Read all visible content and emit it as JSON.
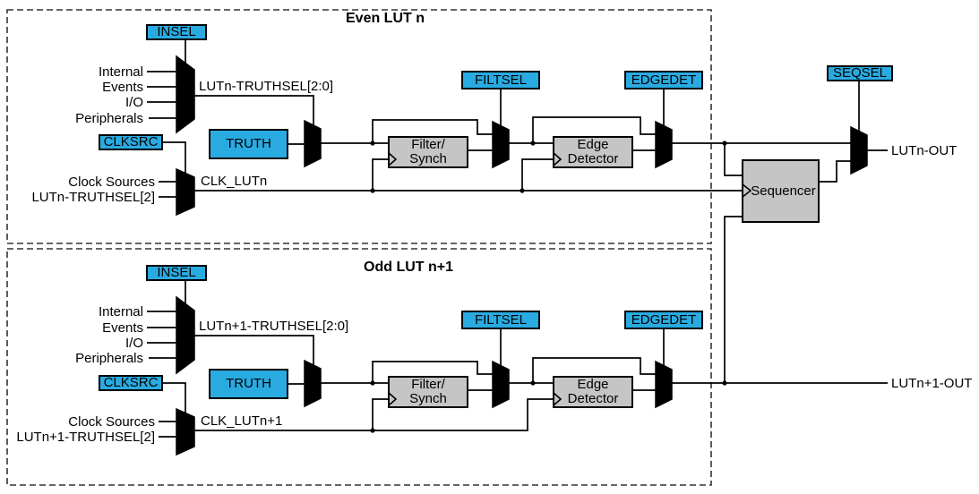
{
  "colors": {
    "accent_blue": "#29ABE2",
    "block_gray": "#C5C5C5",
    "wire": "#000000"
  },
  "even_lut": {
    "title": "Even LUT n",
    "insel": "INSEL",
    "clksrc": "CLKSRC",
    "truth": "TRUTH",
    "filtsel": "FILTSEL",
    "edgedet": "EDGEDET",
    "filter_line1": "Filter/",
    "filter_line2": "Synch",
    "edge_line1": "Edge",
    "edge_line2": "Detector",
    "inputs": [
      "Internal",
      "Events",
      "I/O",
      "Peripherals"
    ],
    "clock_inputs": [
      "Clock Sources",
      "LUTn-TRUTHSEL[2]"
    ],
    "truthsel_bus": "LUTn-TRUTHSEL[2:0]",
    "clk_signal": "CLK_LUTn",
    "output": "LUTn-OUT"
  },
  "odd_lut": {
    "title": "Odd LUT n+1",
    "insel": "INSEL",
    "clksrc": "CLKSRC",
    "truth": "TRUTH",
    "filtsel": "FILTSEL",
    "edgedet": "EDGEDET",
    "filter_line1": "Filter/",
    "filter_line2": "Synch",
    "edge_line1": "Edge",
    "edge_line2": "Detector",
    "inputs": [
      "Internal",
      "Events",
      "I/O",
      "Peripherals"
    ],
    "clock_inputs": [
      "Clock Sources",
      "LUTn+1-TRUTHSEL[2]"
    ],
    "truthsel_bus": "LUTn+1-TRUTHSEL[2:0]",
    "clk_signal": "CLK_LUTn+1",
    "output": "LUTn+1-OUT"
  },
  "shared": {
    "seqsel": "SEQSEL",
    "sequencer": "Sequencer"
  }
}
